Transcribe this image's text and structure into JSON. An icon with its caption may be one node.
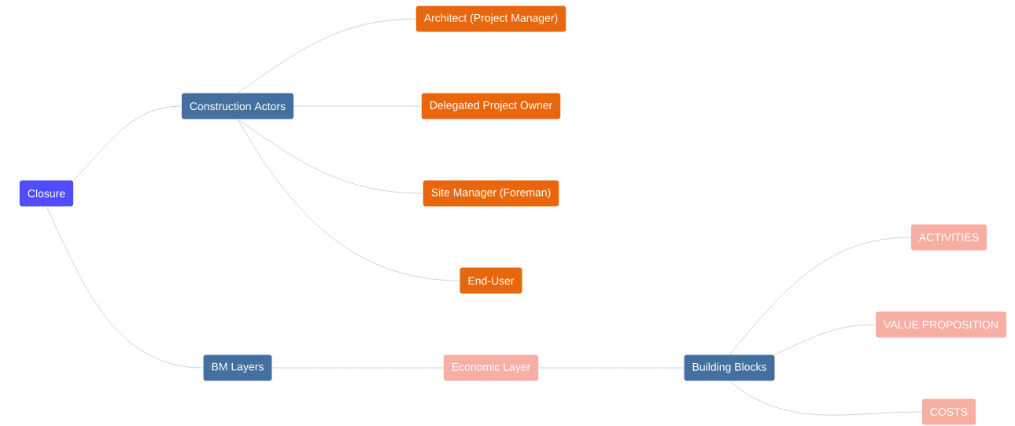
{
  "diagram": {
    "nodes": [
      {
        "text": [
          "Closure"
        ]
      },
      {
        "text": [
          "Construction Actors"
        ]
      },
      {
        "text": [
          "Architect (Project Manager)"
        ]
      },
      {
        "text": [
          "Delegated Project Owner"
        ]
      },
      {
        "text": [
          "Site Manager (Foreman)"
        ]
      },
      {
        "text": [
          "End-User"
        ]
      },
      {
        "text": [
          "BM Layers"
        ]
      },
      {
        "text": [
          "Economic Layer"
        ]
      },
      {
        "text": [
          "Building Blocks"
        ]
      },
      {
        "text": [
          "ACTIVITIES"
        ]
      },
      {
        "text": [
          "VALUE PROPOSITION"
        ]
      },
      {
        "text": [
          "COSTS"
        ]
      }
    ],
    "edges": [
      {
        "from": 0,
        "to": 1,
        "arrow": "none"
      },
      {
        "from": 1,
        "to": 2,
        "arrow": "none"
      },
      {
        "from": 1,
        "to": 3,
        "arrow": "none"
      },
      {
        "from": 1,
        "to": 4,
        "arrow": "none"
      },
      {
        "from": 1,
        "to": 5,
        "arrow": "none"
      },
      {
        "from": 0,
        "to": 6,
        "arrow": "none"
      },
      {
        "from": 6,
        "to": 7,
        "arrow": "none"
      },
      {
        "from": 7,
        "to": 8,
        "arrow": "none"
      },
      {
        "from": 8,
        "to": 9,
        "arrow": "none"
      },
      {
        "from": 8,
        "to": 10,
        "arrow": "none"
      },
      {
        "from": 8,
        "to": 11,
        "arrow": "none"
      }
    ]
  }
}
